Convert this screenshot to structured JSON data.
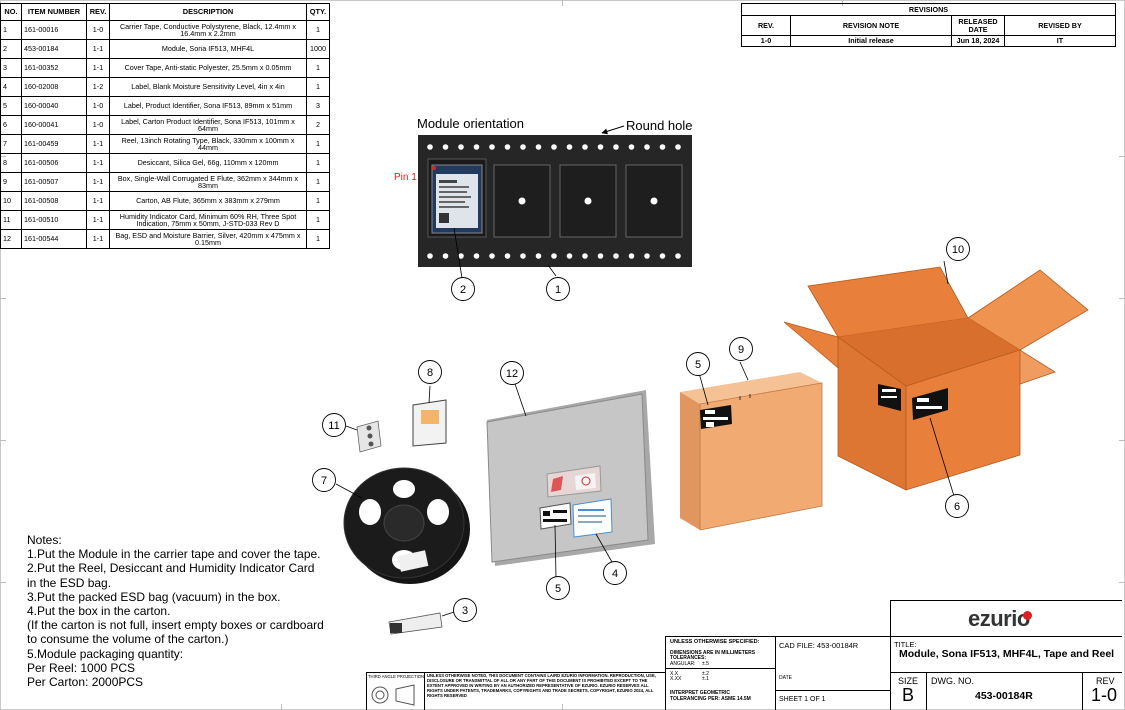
{
  "bom": {
    "headers": [
      "NO.",
      "ITEM NUMBER",
      "REV.",
      "DESCRIPTION",
      "QTY."
    ],
    "rows": [
      [
        "1",
        "161-00016",
        "1-0",
        "Carrier Tape, Conductive Polystyrene, Black, 12.4mm x 16.4mm x 2.2mm",
        "1"
      ],
      [
        "2",
        "453-00184",
        "1-1",
        "Module, Sona IF513, MHF4L",
        "1000"
      ],
      [
        "3",
        "161-00352",
        "1-1",
        "Cover Tape, Anti-static Polyester, 25.5mm x 0.05mm",
        "1"
      ],
      [
        "4",
        "160-02008",
        "1-2",
        "Label, Blank Moisture Sensitivity Level, 4in x 4in",
        "1"
      ],
      [
        "5",
        "160-00040",
        "1-0",
        "Label, Product Identifier, Sona IF513, 89mm x 51mm",
        "3"
      ],
      [
        "6",
        "160-00041",
        "1-0",
        "Label, Carton Product Identifier, Sona IF513, 101mm x 64mm",
        "2"
      ],
      [
        "7",
        "161-00459",
        "1-1",
        "Reel, 13inch Rotating Type, Black, 330mm x 100mm x 44mm",
        "1"
      ],
      [
        "8",
        "161-00506",
        "1-1",
        "Desiccant, Silica Gel, 66g, 110mm x 120mm",
        "1"
      ],
      [
        "9",
        "161-00507",
        "1-1",
        "Box, Single-Wall Corrugated E Flute, 362mm x 344mm x 83mm",
        "1"
      ],
      [
        "10",
        "161-00508",
        "1-1",
        "Carton, AB Flute, 365mm x 383mm x 279mm",
        "1"
      ],
      [
        "11",
        "161-00510",
        "1-1",
        "Humidity Indicator Card, Minimum 60% RH, Three Spot Indication, 75mm x 50mm, J-STD-033 Rev D",
        "1"
      ],
      [
        "12",
        "161-00544",
        "1-1",
        "Bag, ESD and Moisture Barrier, Silver, 420mm x 475mm x 0.15mm",
        "1"
      ]
    ]
  },
  "revisions": {
    "title": "REVISIONS",
    "headers": [
      "REV.",
      "REVISION NOTE",
      "RELEASED DATE",
      "REVISED BY"
    ],
    "rows": [
      [
        "1-0",
        "Initial release",
        "Jun 18, 2024",
        "IT"
      ]
    ]
  },
  "drawing": {
    "module_orientation": "Module orientation",
    "round_hole": "Round hole",
    "pin1": "Pin 1",
    "balloons": [
      "1",
      "2",
      "3",
      "4",
      "5",
      "5",
      "6",
      "7",
      "8",
      "9",
      "10",
      "11",
      "12"
    ],
    "colors": {
      "carton": "#e8803c",
      "box": "#f0aa72",
      "bag": "#c7c7c7",
      "tape": "#262626",
      "pin": "#e02020"
    }
  },
  "notes": {
    "lines": [
      "Notes:",
      "1.Put the Module in the carrier tape and cover the tape.",
      "2.Put the Reel, Desiccant and Humidity Indicator Card",
      "in the ESD bag.",
      "3.Put the packed ESD bag (vacuum) in the box.",
      "4.Put the box in the carton.",
      "(If the carton is not full, insert empty boxes or cardboard",
      "to consume the volume of the carton.)",
      "5.Module packaging quantity:",
      "Per Reel: 1000 PCS",
      "Per Carton: 2000PCS"
    ]
  },
  "title_block": {
    "logo": "ezurio",
    "unless": "UNLESS OTHERWISE SPECIFIED:",
    "dims": "DIMENSIONS ARE IN MILLIMETERS",
    "tolerances": "TOLERANCES:",
    "angular": "ANGULAR:",
    "angular_val": "±.5",
    "xx": "X.X",
    "xx_val": "±.2",
    "xxx": "X.XX",
    "xxx_val": "±.1",
    "interpret": "INTERPRET GEOMETRIC",
    "tolerancing": "TOLERANCING PER:  ASME 14.5M",
    "cad_file": "CAD FILE: 453-00184R",
    "date_label": "DATE",
    "sheet": "SHEET 1 OF 1",
    "title_label": "TITLE:",
    "title": "Module, Sona IF513, MHF4L, Tape and Reel",
    "size_label": "SIZE",
    "size": "B",
    "dwg_label": "DWG.  NO.",
    "dwg_no": "453-00184R",
    "rev_label": "REV",
    "rev": "1-0",
    "projection": "THIRD ANGLE PROJECTION",
    "notice": "UNLESS OTHERWISE NOTED, THIS DOCUMENT CONTAINS LAIRD EZURIO INFORMATION. REPRODUCTION, USE, DISCLOSURE OR TRANSMITTAL OF ALL OR ANY PART OF THIS DOCUMENT IS PROHIBITED EXCEPT TO THE EXTENT APPROVED IN WRITING BY AN AUTHORIZED REPRESENTATIVE OF EZURIO. EZURIO RESERVES ALL RIGHTS UNDER PATENTS, TRADEMARKS, COPYRIGHTS AND TRADE SECRETS. COPYRIGHT, EZURIO  2024, ALL RIGHTS RESERVED"
  }
}
